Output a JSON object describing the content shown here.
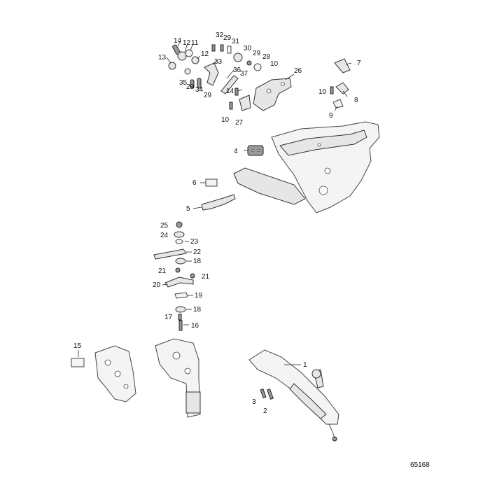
{
  "callouts": {
    "c1": "1",
    "c2": "2",
    "c3": "3",
    "c4": "4",
    "c5": "5",
    "c6": "6",
    "c7": "7",
    "c8": "8",
    "c9": "9",
    "c10a": "10",
    "c10b": "10",
    "c10c": "10",
    "c11": "11",
    "c12a": "12",
    "c12b": "12",
    "c13": "13",
    "c14a": "14",
    "c14b": "14",
    "c15": "15",
    "c16": "16",
    "c17": "17",
    "c18a": "18",
    "c18b": "18",
    "c19": "19",
    "c20": "20",
    "c21a": "21",
    "c21b": "21",
    "c22": "22",
    "c23": "23",
    "c24": "24",
    "c25": "25",
    "c26": "26",
    "c27": "27",
    "c28": "28",
    "c29a": "29",
    "c29b": "29",
    "c29c": "29",
    "c29d": "29",
    "c30": "30",
    "c31": "31",
    "c32": "32",
    "c33": "33",
    "c34": "34",
    "c35": "35",
    "c36": "36",
    "c37": "37"
  },
  "figure_number": "65168"
}
